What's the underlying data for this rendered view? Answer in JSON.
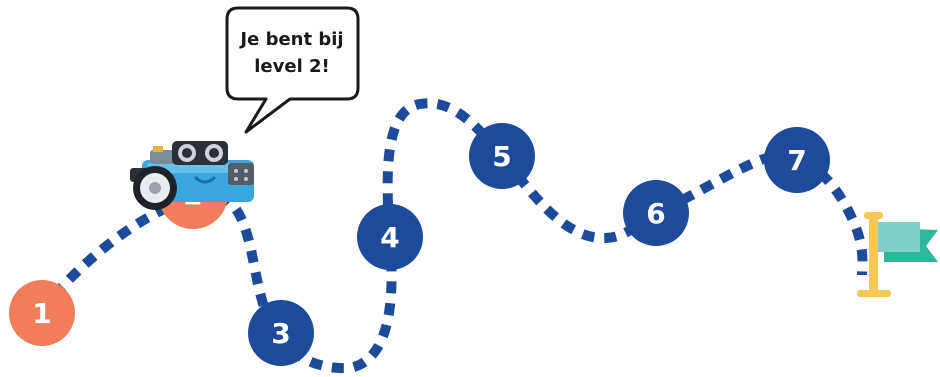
{
  "speech_bubble": {
    "line1": "Je bent bij",
    "line2": "level 2!"
  },
  "levels": [
    {
      "number": "1",
      "state": "completed",
      "color": "#F27D5B"
    },
    {
      "number": "2",
      "state": "current",
      "color": "#F27D5B"
    },
    {
      "number": "3",
      "state": "locked",
      "color": "#1E4A9A"
    },
    {
      "number": "4",
      "state": "locked",
      "color": "#1E4A9A"
    },
    {
      "number": "5",
      "state": "locked",
      "color": "#1E4A9A"
    },
    {
      "number": "6",
      "state": "locked",
      "color": "#1E4A9A"
    },
    {
      "number": "7",
      "state": "locked",
      "color": "#1E4A9A"
    }
  ],
  "colors": {
    "path": "#1E4A9A",
    "completed": "#F27D5B",
    "locked": "#1E4A9A",
    "flag_pole": "#F5C857",
    "flag_cloth": "#2DB89A",
    "flag_cloth_light": "#7FD1C9",
    "robot_body": "#3AA6DE"
  },
  "icons": {
    "robot": "robot-avatar-icon",
    "finish": "finish-flag-icon"
  }
}
